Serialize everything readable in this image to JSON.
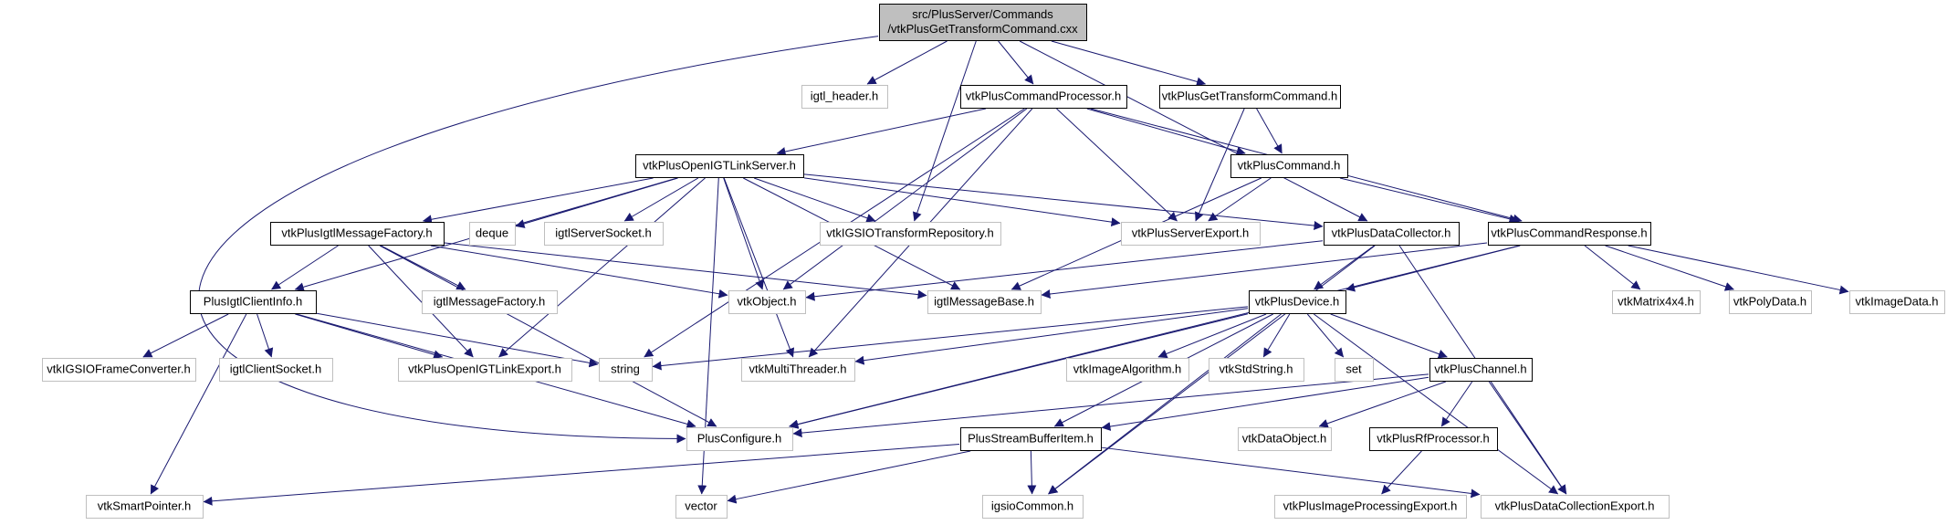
{
  "colors": {
    "background": "#ffffff",
    "edge": "#191970",
    "border_solid": "#000000",
    "border_faded": "#bfbfbf",
    "root_fill": "#bfbfbf",
    "text": "#000000"
  },
  "nodes": [
    {
      "id": "root",
      "label_lines": [
        "src/PlusServer/Commands",
        "/vtkPlusGetTransformCommand.cxx"
      ],
      "style": "root"
    },
    {
      "id": "igtl_header",
      "label_lines": [
        "igtl_header.h"
      ],
      "style": "faded"
    },
    {
      "id": "vtkPlusCommandProcessor",
      "label_lines": [
        "vtkPlusCommandProcessor.h"
      ],
      "style": "solid"
    },
    {
      "id": "vtkPlusGetTransformCommand_h",
      "label_lines": [
        "vtkPlusGetTransformCommand.h"
      ],
      "style": "solid"
    },
    {
      "id": "vtkPlusOpenIGTLinkServer",
      "label_lines": [
        "vtkPlusOpenIGTLinkServer.h"
      ],
      "style": "solid"
    },
    {
      "id": "vtkPlusCommand",
      "label_lines": [
        "vtkPlusCommand.h"
      ],
      "style": "solid"
    },
    {
      "id": "vtkPlusIgtlMessageFactory",
      "label_lines": [
        "vtkPlusIgtlMessageFactory.h"
      ],
      "style": "solid"
    },
    {
      "id": "deque",
      "label_lines": [
        "deque"
      ],
      "style": "faded"
    },
    {
      "id": "igtlServerSocket",
      "label_lines": [
        "igtlServerSocket.h"
      ],
      "style": "faded"
    },
    {
      "id": "vtkIGSIOTransformRepository",
      "label_lines": [
        "vtkIGSIOTransformRepository.h"
      ],
      "style": "faded"
    },
    {
      "id": "vtkPlusServerExport",
      "label_lines": [
        "vtkPlusServerExport.h"
      ],
      "style": "faded"
    },
    {
      "id": "vtkPlusDataCollector",
      "label_lines": [
        "vtkPlusDataCollector.h"
      ],
      "style": "solid"
    },
    {
      "id": "vtkPlusCommandResponse",
      "label_lines": [
        "vtkPlusCommandResponse.h"
      ],
      "style": "solid"
    },
    {
      "id": "PlusIgtlClientInfo",
      "label_lines": [
        "PlusIgtlClientInfo.h"
      ],
      "style": "solid"
    },
    {
      "id": "igtlMessageFactory",
      "label_lines": [
        "igtlMessageFactory.h"
      ],
      "style": "faded"
    },
    {
      "id": "vtkObject",
      "label_lines": [
        "vtkObject.h"
      ],
      "style": "faded"
    },
    {
      "id": "igtlMessageBase",
      "label_lines": [
        "igtlMessageBase.h"
      ],
      "style": "faded"
    },
    {
      "id": "vtkPlusDevice",
      "label_lines": [
        "vtkPlusDevice.h"
      ],
      "style": "solid"
    },
    {
      "id": "vtkMatrix4x4",
      "label_lines": [
        "vtkMatrix4x4.h"
      ],
      "style": "faded"
    },
    {
      "id": "vtkPolyData",
      "label_lines": [
        "vtkPolyData.h"
      ],
      "style": "faded"
    },
    {
      "id": "vtkImageData",
      "label_lines": [
        "vtkImageData.h"
      ],
      "style": "faded"
    },
    {
      "id": "vtkIGSIOFrameConverter",
      "label_lines": [
        "vtkIGSIOFrameConverter.h"
      ],
      "style": "faded"
    },
    {
      "id": "igtlClientSocket",
      "label_lines": [
        "igtlClientSocket.h"
      ],
      "style": "faded"
    },
    {
      "id": "vtkPlusOpenIGTLinkExport",
      "label_lines": [
        "vtkPlusOpenIGTLinkExport.h"
      ],
      "style": "faded"
    },
    {
      "id": "string",
      "label_lines": [
        "string"
      ],
      "style": "faded"
    },
    {
      "id": "vtkMultiThreader",
      "label_lines": [
        "vtkMultiThreader.h"
      ],
      "style": "faded"
    },
    {
      "id": "vtkImageAlgorithm",
      "label_lines": [
        "vtkImageAlgorithm.h"
      ],
      "style": "faded"
    },
    {
      "id": "vtkStdString",
      "label_lines": [
        "vtkStdString.h"
      ],
      "style": "faded"
    },
    {
      "id": "set",
      "label_lines": [
        "set"
      ],
      "style": "faded"
    },
    {
      "id": "vtkPlusChannel",
      "label_lines": [
        "vtkPlusChannel.h"
      ],
      "style": "solid"
    },
    {
      "id": "PlusConfigure",
      "label_lines": [
        "PlusConfigure.h"
      ],
      "style": "faded"
    },
    {
      "id": "PlusStreamBufferItem",
      "label_lines": [
        "PlusStreamBufferItem.h"
      ],
      "style": "solid"
    },
    {
      "id": "vtkDataObject",
      "label_lines": [
        "vtkDataObject.h"
      ],
      "style": "faded"
    },
    {
      "id": "vtkPlusRfProcessor",
      "label_lines": [
        "vtkPlusRfProcessor.h"
      ],
      "style": "solid"
    },
    {
      "id": "vtkSmartPointer",
      "label_lines": [
        "vtkSmartPointer.h"
      ],
      "style": "faded"
    },
    {
      "id": "vector",
      "label_lines": [
        "vector"
      ],
      "style": "faded"
    },
    {
      "id": "igsioCommon",
      "label_lines": [
        "igsioCommon.h"
      ],
      "style": "faded"
    },
    {
      "id": "vtkPlusImageProcessingExport",
      "label_lines": [
        "vtkPlusImageProcessingExport.h"
      ],
      "style": "faded"
    },
    {
      "id": "vtkPlusDataCollectionExport",
      "label_lines": [
        "vtkPlusDataCollectionExport.h"
      ],
      "style": "faded"
    }
  ],
  "edges": [
    [
      "root",
      "igtl_header"
    ],
    [
      "root",
      "vtkPlusCommandProcessor"
    ],
    [
      "root",
      "vtkPlusGetTransformCommand_h"
    ],
    [
      "root",
      "vtkIGSIOTransformRepository"
    ],
    [
      "root",
      "vtkPlusDataCollector"
    ],
    [
      "root",
      "PlusConfigure"
    ],
    [
      "vtkPlusCommandProcessor",
      "vtkPlusOpenIGTLinkServer"
    ],
    [
      "vtkPlusCommandProcessor",
      "vtkPlusCommand"
    ],
    [
      "vtkPlusCommandProcessor",
      "vtkPlusCommandResponse"
    ],
    [
      "vtkPlusCommandProcessor",
      "vtkPlusServerExport"
    ],
    [
      "vtkPlusCommandProcessor",
      "vtkObject"
    ],
    [
      "vtkPlusCommandProcessor",
      "vtkMultiThreader"
    ],
    [
      "vtkPlusCommandProcessor",
      "string"
    ],
    [
      "vtkPlusGetTransformCommand_h",
      "vtkPlusCommand"
    ],
    [
      "vtkPlusGetTransformCommand_h",
      "vtkPlusServerExport"
    ],
    [
      "vtkPlusOpenIGTLinkServer",
      "vtkPlusIgtlMessageFactory"
    ],
    [
      "vtkPlusOpenIGTLinkServer",
      "deque"
    ],
    [
      "vtkPlusOpenIGTLinkServer",
      "igtlServerSocket"
    ],
    [
      "vtkPlusOpenIGTLinkServer",
      "vtkIGSIOTransformRepository"
    ],
    [
      "vtkPlusOpenIGTLinkServer",
      "vtkPlusServerExport"
    ],
    [
      "vtkPlusOpenIGTLinkServer",
      "vtkPlusDataCollector"
    ],
    [
      "vtkPlusOpenIGTLinkServer",
      "PlusIgtlClientInfo"
    ],
    [
      "vtkPlusOpenIGTLinkServer",
      "vtkObject"
    ],
    [
      "vtkPlusOpenIGTLinkServer",
      "igtlMessageBase"
    ],
    [
      "vtkPlusOpenIGTLinkServer",
      "vtkMultiThreader"
    ],
    [
      "vtkPlusOpenIGTLinkServer",
      "vtkPlusOpenIGTLinkExport"
    ],
    [
      "vtkPlusOpenIGTLinkServer",
      "vector"
    ],
    [
      "vtkPlusCommand",
      "vtkPlusCommandResponse"
    ],
    [
      "vtkPlusCommand",
      "vtkPlusServerExport"
    ],
    [
      "vtkPlusCommand",
      "igtlMessageBase"
    ],
    [
      "vtkPlusIgtlMessageFactory",
      "PlusIgtlClientInfo"
    ],
    [
      "vtkPlusIgtlMessageFactory",
      "igtlMessageFactory"
    ],
    [
      "vtkPlusIgtlMessageFactory",
      "vtkObject"
    ],
    [
      "vtkPlusIgtlMessageFactory",
      "igtlMessageBase"
    ],
    [
      "vtkPlusIgtlMessageFactory",
      "vtkPlusOpenIGTLinkExport"
    ],
    [
      "vtkPlusIgtlMessageFactory",
      "PlusConfigure"
    ],
    [
      "vtkPlusDataCollector",
      "vtkPlusDevice"
    ],
    [
      "vtkPlusDataCollector",
      "vtkObject"
    ],
    [
      "vtkPlusDataCollector",
      "vtkPlusDataCollectionExport"
    ],
    [
      "vtkPlusDataCollector",
      "igsioCommon"
    ],
    [
      "vtkPlusCommandResponse",
      "vtkPlusDevice"
    ],
    [
      "vtkPlusCommandResponse",
      "vtkMatrix4x4"
    ],
    [
      "vtkPlusCommandResponse",
      "vtkPolyData"
    ],
    [
      "vtkPlusCommandResponse",
      "vtkImageData"
    ],
    [
      "vtkPlusCommandResponse",
      "igtlMessageBase"
    ],
    [
      "vtkPlusCommandResponse",
      "PlusConfigure"
    ],
    [
      "PlusIgtlClientInfo",
      "vtkIGSIOFrameConverter"
    ],
    [
      "PlusIgtlClientInfo",
      "igtlClientSocket"
    ],
    [
      "PlusIgtlClientInfo",
      "vtkPlusOpenIGTLinkExport"
    ],
    [
      "PlusIgtlClientInfo",
      "string"
    ],
    [
      "PlusIgtlClientInfo",
      "PlusConfigure"
    ],
    [
      "PlusIgtlClientInfo",
      "vtkSmartPointer"
    ],
    [
      "vtkPlusDevice",
      "string"
    ],
    [
      "vtkPlusDevice",
      "vtkMultiThreader"
    ],
    [
      "vtkPlusDevice",
      "vtkImageAlgorithm"
    ],
    [
      "vtkPlusDevice",
      "vtkStdString"
    ],
    [
      "vtkPlusDevice",
      "set"
    ],
    [
      "vtkPlusDevice",
      "vtkPlusChannel"
    ],
    [
      "vtkPlusDevice",
      "PlusStreamBufferItem"
    ],
    [
      "vtkPlusDevice",
      "PlusConfigure"
    ],
    [
      "vtkPlusDevice",
      "igsioCommon"
    ],
    [
      "vtkPlusDevice",
      "vtkPlusDataCollectionExport"
    ],
    [
      "vtkPlusChannel",
      "PlusConfigure"
    ],
    [
      "vtkPlusChannel",
      "PlusStreamBufferItem"
    ],
    [
      "vtkPlusChannel",
      "vtkDataObject"
    ],
    [
      "vtkPlusChannel",
      "vtkPlusRfProcessor"
    ],
    [
      "vtkPlusChannel",
      "vtkPlusDataCollectionExport"
    ],
    [
      "PlusStreamBufferItem",
      "vtkSmartPointer"
    ],
    [
      "PlusStreamBufferItem",
      "vector"
    ],
    [
      "PlusStreamBufferItem",
      "igsioCommon"
    ],
    [
      "PlusStreamBufferItem",
      "vtkPlusDataCollectionExport"
    ],
    [
      "vtkPlusRfProcessor",
      "vtkPlusImageProcessingExport"
    ]
  ]
}
